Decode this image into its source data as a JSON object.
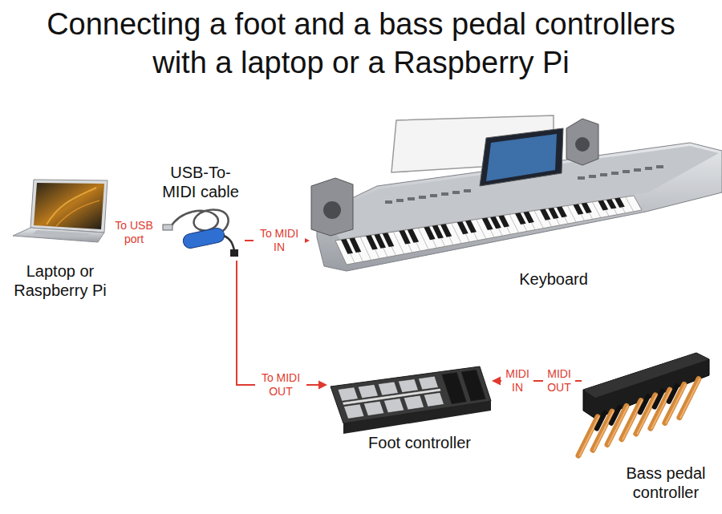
{
  "diagram": {
    "title": "Connecting a foot and a bass pedal controllers with a laptop or a Raspberry Pi",
    "nodes": [
      {
        "text": [
          "Laptop or Raspberry Pi"
        ]
      },
      {
        "text": [
          "USB-To-MIDI cable"
        ]
      },
      {
        "text": [
          "Keyboard"
        ]
      },
      {
        "text": [
          "Foot controller"
        ]
      },
      {
        "text": [
          "Bass pedal controller"
        ]
      }
    ],
    "edges": [
      {
        "from": 1,
        "to": 0,
        "arrow": "to",
        "label": "To USB port"
      },
      {
        "from": 1,
        "to": 2,
        "arrow": "to",
        "label": "To MIDI IN"
      },
      {
        "from": 1,
        "to": 3,
        "arrow": "to",
        "label": "To MIDI OUT"
      },
      {
        "from": 4,
        "to": 3,
        "arrow": "to"
      }
    ],
    "labels": [
      "MIDI IN",
      "MIDI OUT"
    ]
  }
}
